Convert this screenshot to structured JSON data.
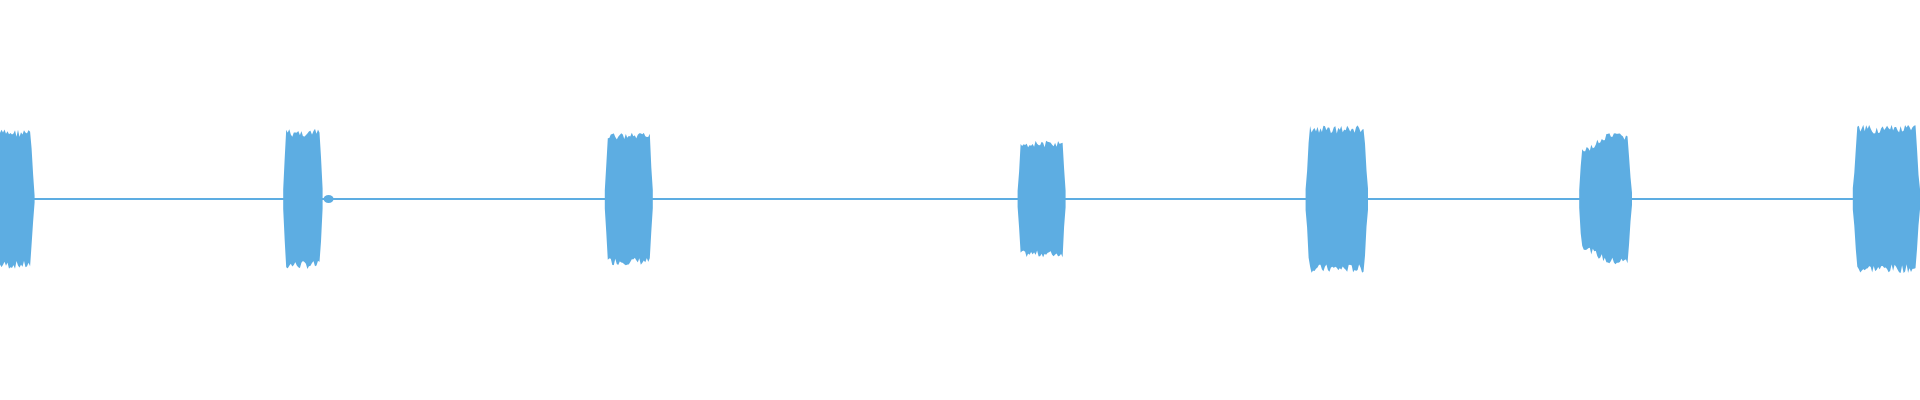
{
  "waveform": {
    "color": "#5dade2",
    "background": "#ffffff",
    "duration_seconds": 40,
    "segments": [
      {
        "start_s": 0.0,
        "end_s": 0.72,
        "amplitude": 0.09,
        "shape": "tail-left"
      },
      {
        "start_s": 5.9,
        "end_s": 6.72,
        "amplitude": 0.09,
        "shape": "round"
      },
      {
        "start_s": 12.6,
        "end_s": 13.6,
        "amplitude": 0.085,
        "shape": "round"
      },
      {
        "start_s": 21.2,
        "end_s": 22.2,
        "amplitude": 0.075,
        "shape": "round"
      },
      {
        "start_s": 27.2,
        "end_s": 28.5,
        "amplitude": 0.095,
        "shape": "round"
      },
      {
        "start_s": 32.9,
        "end_s": 34.0,
        "amplitude": 0.085,
        "shape": "taper-left"
      },
      {
        "start_s": 38.6,
        "end_s": 40.0,
        "amplitude": 0.095,
        "shape": "round"
      }
    ],
    "baseline_amplitude": 0.004
  }
}
